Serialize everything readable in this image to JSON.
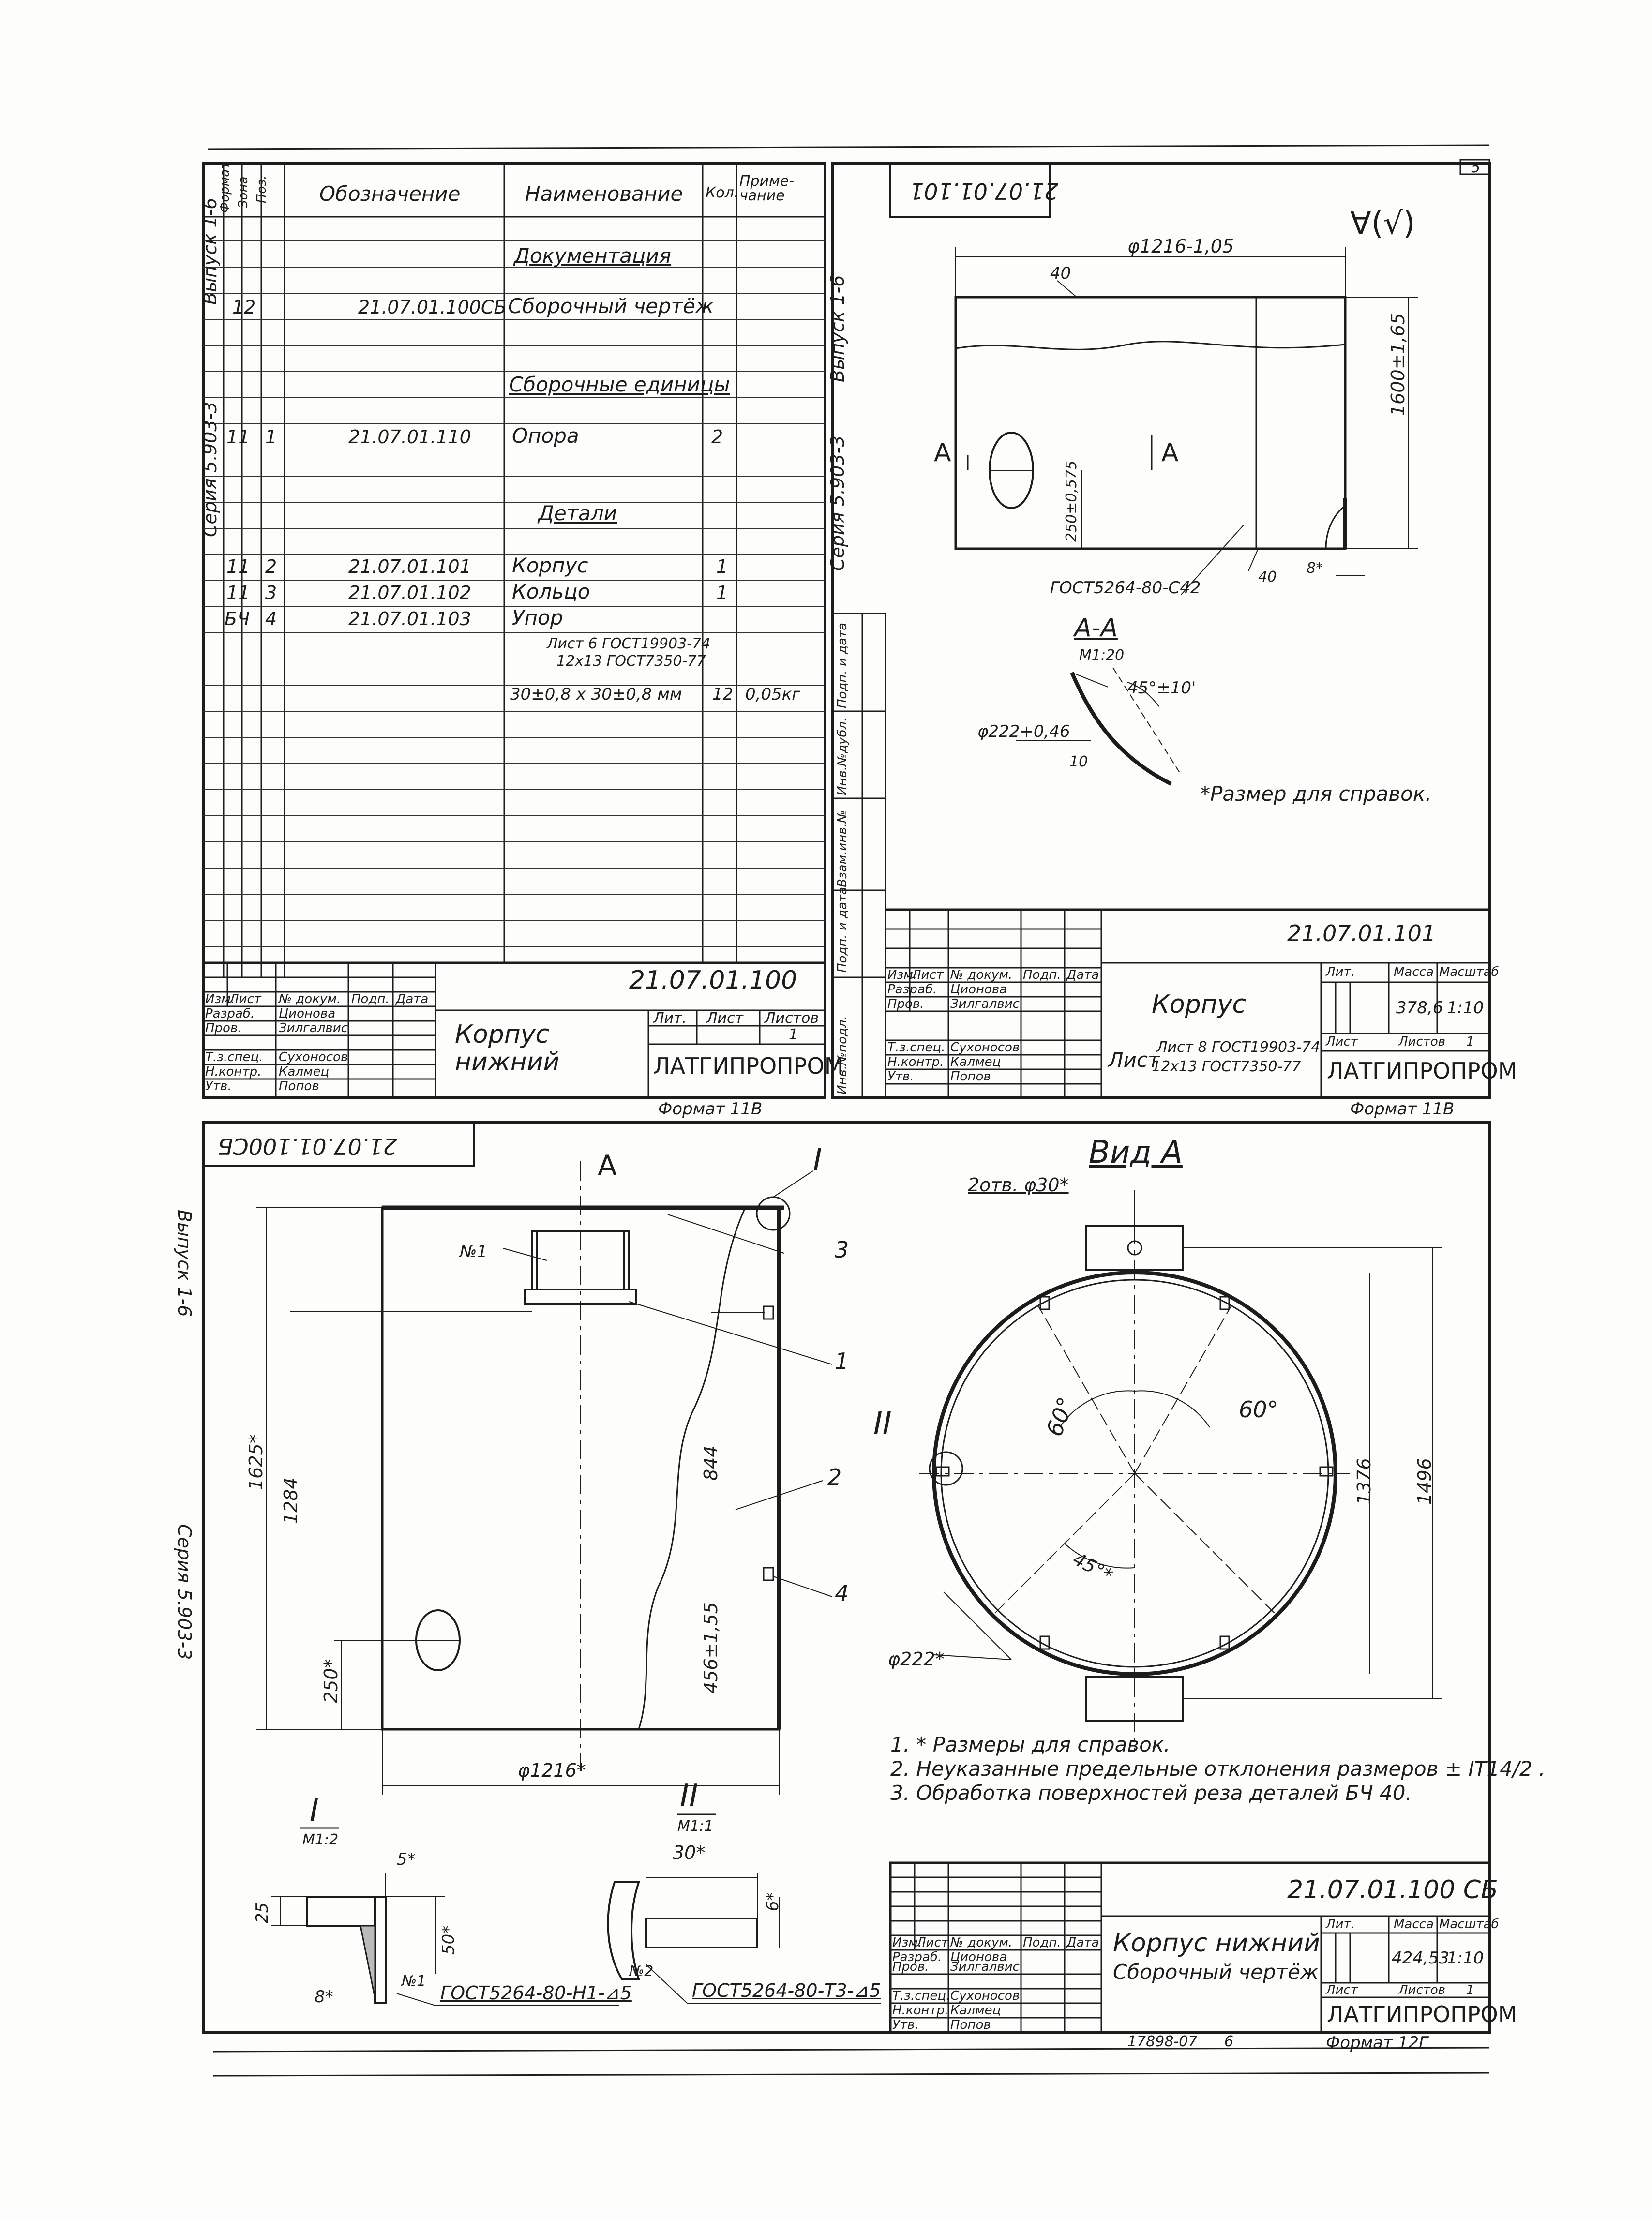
{
  "page_mark": "5",
  "vertical_margin": {
    "series_label": "Серия 5.903-3",
    "issue_label": "Выпуск 1-6"
  },
  "spec_sheet": {
    "headers": {
      "format": "Формат",
      "zone": "Зона",
      "pos": "Поз.",
      "designation": "Обозначение",
      "name": "Наименование",
      "qty": "Кол.",
      "note": "Приме- чание"
    },
    "sections": {
      "documentation": "Документация",
      "assembly_units": "Сборочные единицы",
      "parts": "Детали"
    },
    "rows": [
      {
        "format": "12",
        "pos": "",
        "designation": "21.07.01.100СБ",
        "name": "Сборочный чертёж",
        "qty": "",
        "note": ""
      },
      {
        "format": "11",
        "pos": "1",
        "designation": "21.07.01.110",
        "name": "Опора",
        "qty": "2",
        "note": ""
      },
      {
        "format": "11",
        "pos": "2",
        "designation": "21.07.01.101",
        "name": "Корпус",
        "qty": "1",
        "note": ""
      },
      {
        "format": "11",
        "pos": "3",
        "designation": "21.07.01.102",
        "name": "Кольцо",
        "qty": "1",
        "note": ""
      },
      {
        "format": "БЧ",
        "pos": "4",
        "designation": "21.07.01.103",
        "name": "Упор",
        "qty": "",
        "note": ""
      }
    ],
    "upor_material_1": "Лист 6 ГОСТ19903-74",
    "upor_material_2": "12х13 ГОСТ7350-77",
    "upor_size": "30±0,8 х 30±0,8 мм",
    "upor_qty": "12",
    "upor_mass": "0,05кг",
    "title_block": {
      "doc_number": "21.07.01.100",
      "title": "Корпус нижний",
      "org": "ЛАТГИПРОПРОМ",
      "sheet_label": "Лист",
      "sheets_label": "Листов",
      "lit_label": "Лит.",
      "sheet": "",
      "sheets": "1",
      "col_izm": "Изм.",
      "col_list": "Лист",
      "col_doc": "№ докум.",
      "col_sign": "Подп.",
      "col_date": "Дата",
      "roles": [
        "Разраб.",
        "Пров.",
        "Т.з.спец.",
        "Н.контр.",
        "Утв."
      ],
      "names": [
        "Ционова",
        "Зилгалвис",
        "Сухоносов",
        "Калмец",
        "Попов"
      ],
      "format": "Формат 11В"
    }
  },
  "part_sheet": {
    "doc_number_mirrored": "21.07.01.101",
    "diameter": "φ1216-1,05",
    "dim_40_top": "40",
    "height": "1600±1,65",
    "hole_height": "250±0,575",
    "section_mark": "А",
    "weld_ref": "ГОСТ5264-80-С42",
    "dim_40_bottom": "40",
    "dim_8": "8*",
    "section_title": "А-А",
    "section_scale": "М1:20",
    "angle": "45°±10'",
    "hole_dia": "φ222+0,46",
    "dim_10": "10",
    "footnote": "*Размер для справок.",
    "title_block": {
      "doc_number": "21.07.01.101",
      "title": "Корпус",
      "material_1": "Лист 8 ГОСТ19903-74",
      "material_2": "12х13 ГОСТ7350-77",
      "material_prefix": "Лист",
      "mass_label": "Масса",
      "scale_label": "Масштаб",
      "lit_label": "Лит.",
      "mass": "378,6",
      "scale": "1:10",
      "sheet_label": "Лист",
      "sheets_label": "Листов",
      "sheets": "1",
      "org": "ЛАТГИПРОПРОМ",
      "format": "Формат 11В",
      "col_izm": "Изм.",
      "col_list": "Лист",
      "col_doc": "№ докум.",
      "col_sign": "Подп.",
      "col_date": "Дата",
      "roles": [
        "Разраб.",
        "Пров.",
        "Т.з.спец.",
        "Н.контр.",
        "Утв."
      ],
      "names": [
        "Ционова",
        "Зилгалвис",
        "Сухоносов",
        "Калмец",
        "Попов"
      ]
    },
    "left_strip": {
      "a": "Инв.№подл.",
      "b": "Подп. и дата",
      "c": "Взам.инв.№",
      "d": "Инв.№дубл.",
      "e": "Подп. и дата"
    }
  },
  "assembly_sheet": {
    "doc_number_mirrored": "21.07.01.100СБ",
    "view_arrow": "А",
    "callout_I": "I",
    "callout_II": "II",
    "pos_1": "1",
    "pos_2": "2",
    "pos_3": "3",
    "pos_4": "4",
    "weld_no1": "№1",
    "dim_1625": "1625*",
    "dim_1284": "1284",
    "dim_250": "250*",
    "dim_844": "844",
    "dim_456": "456±1,55",
    "dim_1216": "φ1216*",
    "view_title": "Вид А",
    "holes_note": "2отв. φ30*",
    "angle_60_left": "60°",
    "angle_60_right": "60°",
    "angle_45": "45°*",
    "dim_1376": "1376",
    "dim_1496": "1496",
    "hole_222": "φ222*",
    "notes": [
      "1. * Размеры для справок.",
      "2. Неуказанные предельные отклонения размеров ± IT14/2 .",
      "3. Обработка поверхностей реза деталей БЧ 40."
    ],
    "detail_I": {
      "label": "I",
      "scale": "М1:2",
      "dim_5": "5*",
      "dim_25": "25",
      "dim_50": "50*",
      "dim_8": "8*",
      "weld": "№1",
      "weld_ref": "ГОСТ5264-80-Н1-⊿5"
    },
    "detail_II": {
      "label": "II",
      "scale": "М1:1",
      "dim_30": "30*",
      "dim_6": "6*",
      "weld": "№2",
      "weld_ref": "ГОСТ5264-80-Т3-⊿5"
    },
    "title_block": {
      "doc_number": "21.07.01.100 СБ",
      "title": "Корпус нижний",
      "subtitle": "Сборочный чертёж",
      "lit_label": "Лит.",
      "mass_label": "Масса",
      "scale_label": "Масштаб",
      "mass": "424,53",
      "scale": "1:10",
      "sheet_label": "Лист",
      "sheets_label": "Листов",
      "sheets": "1",
      "org": "ЛАТГИПРОПРОМ",
      "format": "Формат 12Г",
      "col_izm": "Изм.",
      "col_list": "Лист",
      "col_doc": "№ докум.",
      "col_sign": "Подп.",
      "col_date": "Дата",
      "roles": [
        "Разраб.",
        "Пров.",
        "Т.з.спец.",
        "Н.контр.",
        "Утв."
      ],
      "names": [
        "Ционова",
        "Зилгалвис",
        "Сухоносов",
        "Калмец",
        "Попов"
      ],
      "archive_number": "17898-07",
      "page": "6"
    }
  }
}
